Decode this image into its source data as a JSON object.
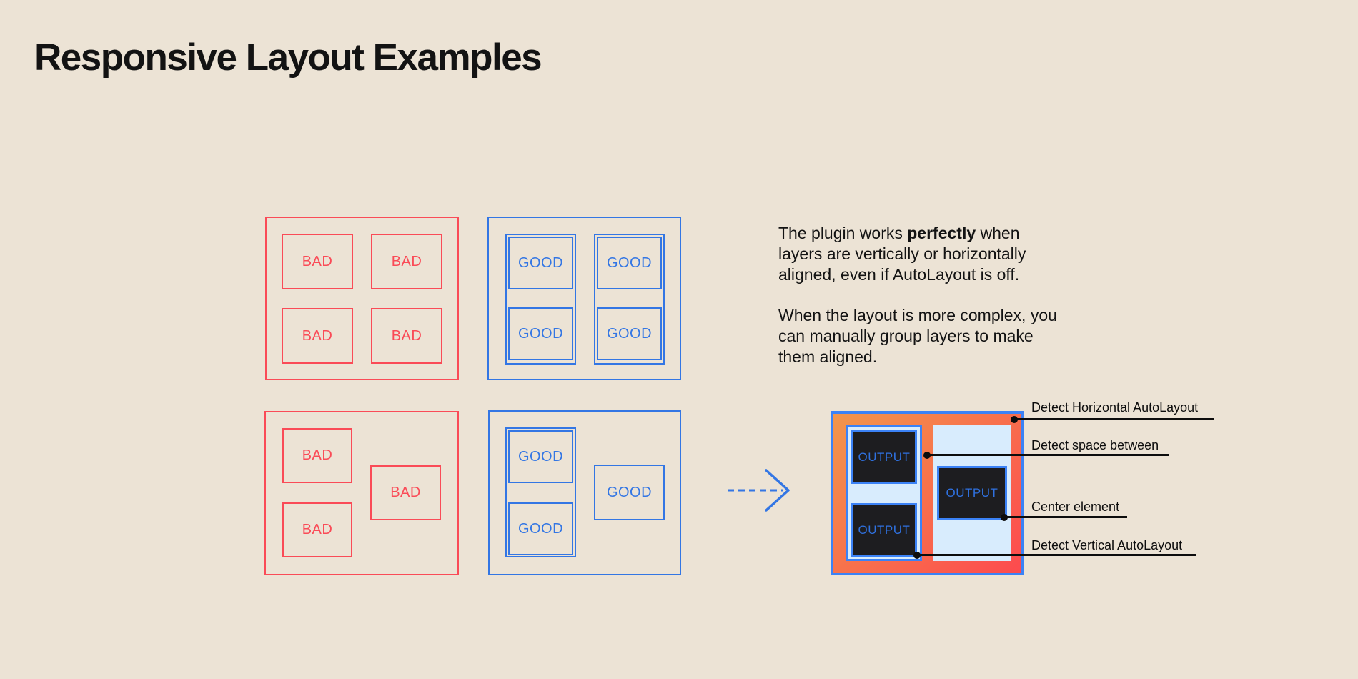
{
  "title": "Responsive Layout Examples",
  "labels": {
    "bad": "BAD",
    "good": "GOOD",
    "output": "OUTPUT"
  },
  "description": {
    "p1_before": "The plugin works ",
    "p1_bold": "perfectly",
    "p1_after": " when\nlayers are vertically or horizontally\naligned, even if AutoLayout is off.",
    "p2": "When the layout is more complex, you\ncan manually group layers to make\nthem aligned."
  },
  "annotations": [
    {
      "label": "Detect Horizontal AutoLayout"
    },
    {
      "label": "Detect space between"
    },
    {
      "label": "Center element"
    },
    {
      "label": "Detect Vertical AutoLayout"
    }
  ],
  "colors": {
    "bg": "#ece3d5",
    "ink": "#131313",
    "bad_red": "#fa4b57",
    "good_blue": "#3376e4",
    "output_border": "#3b82f6",
    "output_text": "#2f71e0",
    "light_blue": "#d8ecfd",
    "dark_box": "#1d1d20",
    "grad_start": "#f2964b",
    "grad_end": "#fd4a4e",
    "annot": "#0d0d0d"
  }
}
